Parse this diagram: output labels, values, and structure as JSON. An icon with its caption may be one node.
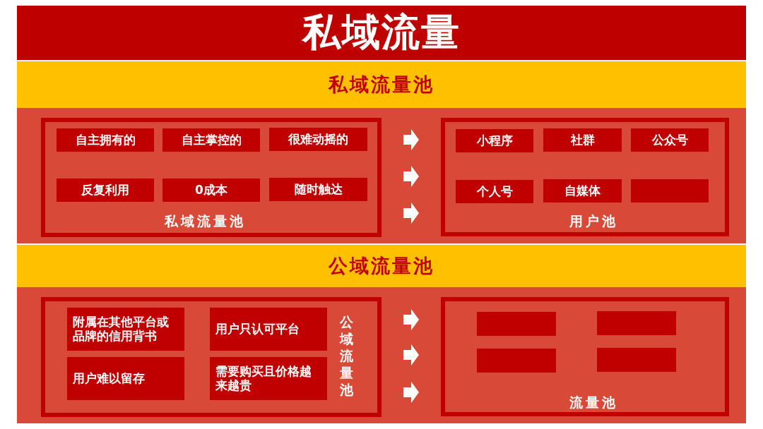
{
  "diagram": {
    "title": "私域流量",
    "nodes": [
      {
        "text": [
          "私域流量池"
        ]
      },
      {
        "text": [
          "私域流量池"
        ]
      },
      {
        "text": [
          "自主拥有的"
        ],
        "in": 1
      },
      {
        "text": [
          "自主掌控的"
        ],
        "in": 1
      },
      {
        "text": [
          "很难动摇的"
        ],
        "in": 1
      },
      {
        "text": [
          "反复利用"
        ],
        "in": 1
      },
      {
        "text": [
          "0成本"
        ],
        "in": 1
      },
      {
        "text": [
          "随时触达"
        ],
        "in": 1
      },
      {
        "text": [
          "用户池"
        ]
      },
      {
        "text": [
          "小程序"
        ],
        "in": 8
      },
      {
        "text": [
          "社群"
        ],
        "in": 8
      },
      {
        "text": [
          "公众号"
        ],
        "in": 8
      },
      {
        "text": [
          "个人号"
        ],
        "in": 8
      },
      {
        "text": [
          "自媒体"
        ],
        "in": 8
      },
      {
        "text": [],
        "shape": "box",
        "in": 8
      },
      {
        "text": [
          "公域流量池"
        ]
      },
      {
        "text": [
          "公域流量池"
        ]
      },
      {
        "text": [
          "附属在其他平台或品牌的信用背书"
        ],
        "in": 16
      },
      {
        "text": [
          "用户只认可平台"
        ],
        "in": 16
      },
      {
        "text": [
          "用户难以留存"
        ],
        "in": 16
      },
      {
        "text": [
          "需要购买且价格越来越贵"
        ],
        "in": 16
      },
      {
        "text": [
          "流量池"
        ]
      },
      {
        "text": [],
        "shape": "box",
        "in": 21
      },
      {
        "text": [],
        "shape": "box",
        "in": 21
      },
      {
        "text": [],
        "shape": "box",
        "in": 21
      },
      {
        "text": [],
        "shape": "box",
        "in": 21
      }
    ],
    "edges": [
      {
        "from": 1,
        "to": 8,
        "arrow": "to"
      },
      {
        "from": 1,
        "to": 8,
        "arrow": "to"
      },
      {
        "from": 1,
        "to": 8,
        "arrow": "to"
      },
      {
        "from": 16,
        "to": 21,
        "arrow": "to"
      },
      {
        "from": 16,
        "to": 21,
        "arrow": "to"
      },
      {
        "from": 16,
        "to": 21,
        "arrow": "to"
      }
    ]
  }
}
